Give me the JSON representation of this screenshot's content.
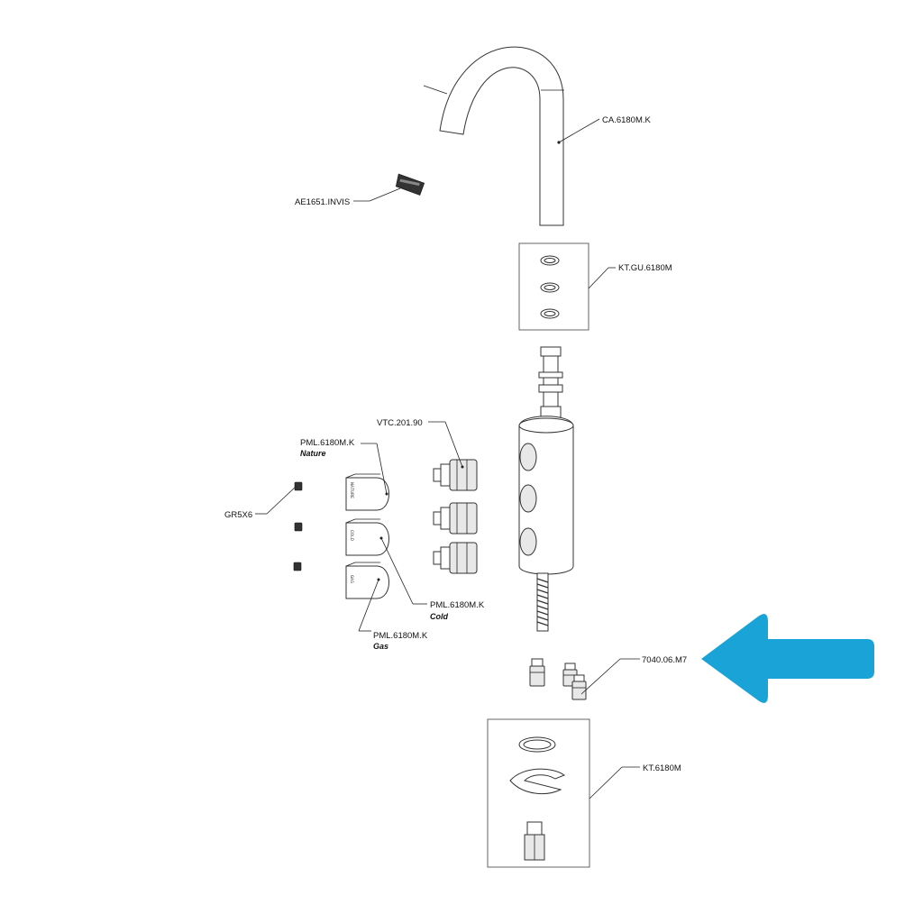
{
  "labels": {
    "spout": "CA.6180M.K",
    "aerator": "AE1651.INVIS",
    "oring_kit": "KT.GU.6180M",
    "cartridge": "VTC.201.90",
    "lever_nature": "PML.6180M.K",
    "lever_nature_sub": "Nature",
    "grub_screw": "GR5X6",
    "lever_cold": "PML.6180M.K",
    "lever_cold_sub": "Cold",
    "lever_gas": "PML.6180M.K",
    "lever_gas_sub": "Gas",
    "connectors": "7040.06.M7",
    "fixing_kit": "KT.6180M"
  },
  "knob_marks": {
    "nature": "NATURE",
    "cold": "COLD",
    "gas": "GAS"
  },
  "colors": {
    "arrow": "#1aa3d6",
    "line": "#222222"
  },
  "icons": {
    "pointer": "arrow-left-icon"
  }
}
